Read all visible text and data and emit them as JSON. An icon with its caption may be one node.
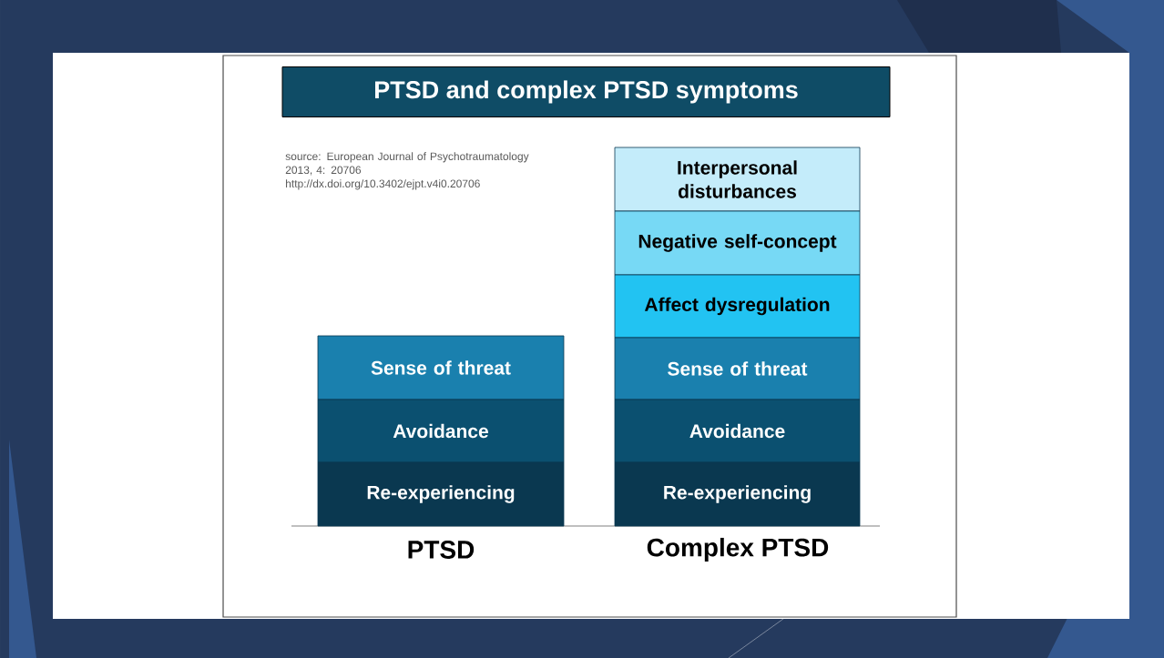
{
  "diagram": {
    "title": "PTSD and complex PTSD symptoms",
    "nodes": [
      {
        "text": [
          "Sense of threat"
        ]
      },
      {
        "text": [
          "Avoidance"
        ]
      },
      {
        "text": [
          "Re-experiencing"
        ]
      },
      {
        "text": [
          "Interpersonal disturbances"
        ]
      },
      {
        "text": [
          "Negative self-concept"
        ]
      },
      {
        "text": [
          "Affect dysregulation"
        ]
      },
      {
        "text": [
          "Sense of threat"
        ]
      },
      {
        "text": [
          "Avoidance"
        ]
      },
      {
        "text": [
          "Re-experiencing"
        ]
      }
    ],
    "labels": [
      "source: European Journal of Psychotraumatology 2013, 4: 20706",
      "http://dx.doi.org/10.3402/ejpt.v4i0.20706",
      "PTSD",
      "Complex PTSD"
    ]
  }
}
